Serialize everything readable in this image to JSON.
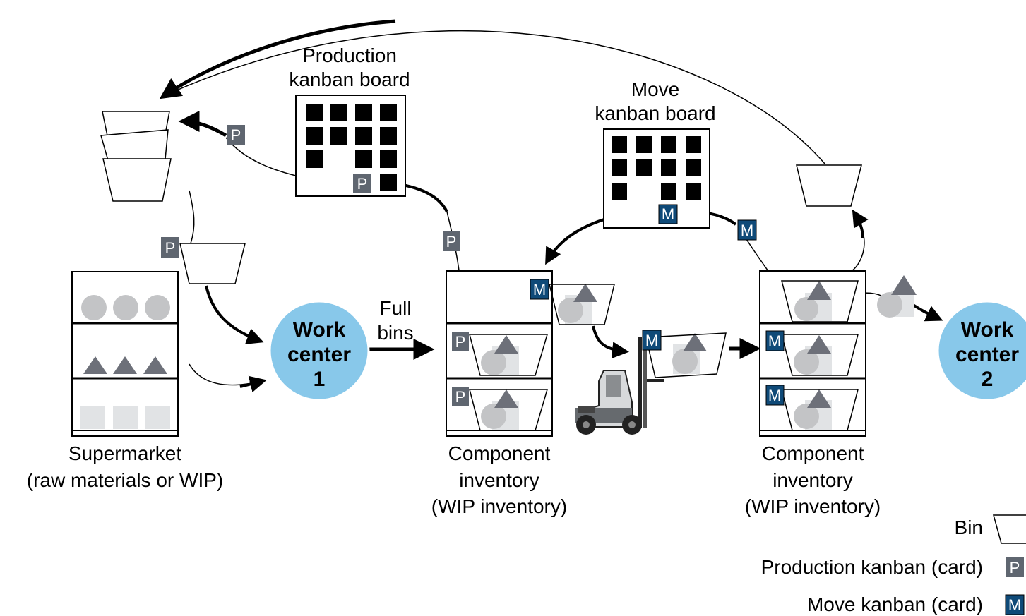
{
  "colors": {
    "production_card": "#5f6670",
    "move_card": "#0f4a78",
    "work_center": "#88c8ea",
    "circle_item": "#c3c4c6",
    "triangle_item": "#6d7079",
    "square_item": "#e1e3e5"
  },
  "labels": {
    "production_board": [
      "Production",
      "kanban board"
    ],
    "move_board": [
      "Move",
      "kanban board"
    ],
    "full_bins": [
      "Full",
      "bins"
    ],
    "supermarket": [
      "Supermarket",
      "(raw materials or WIP)"
    ],
    "component_inventory_1": [
      "Component",
      "inventory",
      "(WIP inventory)"
    ],
    "component_inventory_2": [
      "Component",
      "inventory",
      "(WIP inventory)"
    ],
    "work_center_1": [
      "Work",
      "center",
      "1"
    ],
    "work_center_2": [
      "Work",
      "center",
      "2"
    ]
  },
  "cards": {
    "production": "P",
    "move": "M"
  },
  "legend": {
    "bin": "Bin",
    "production_kanban": "Production kanban (card)",
    "move_kanban": "Move kanban (card)"
  }
}
